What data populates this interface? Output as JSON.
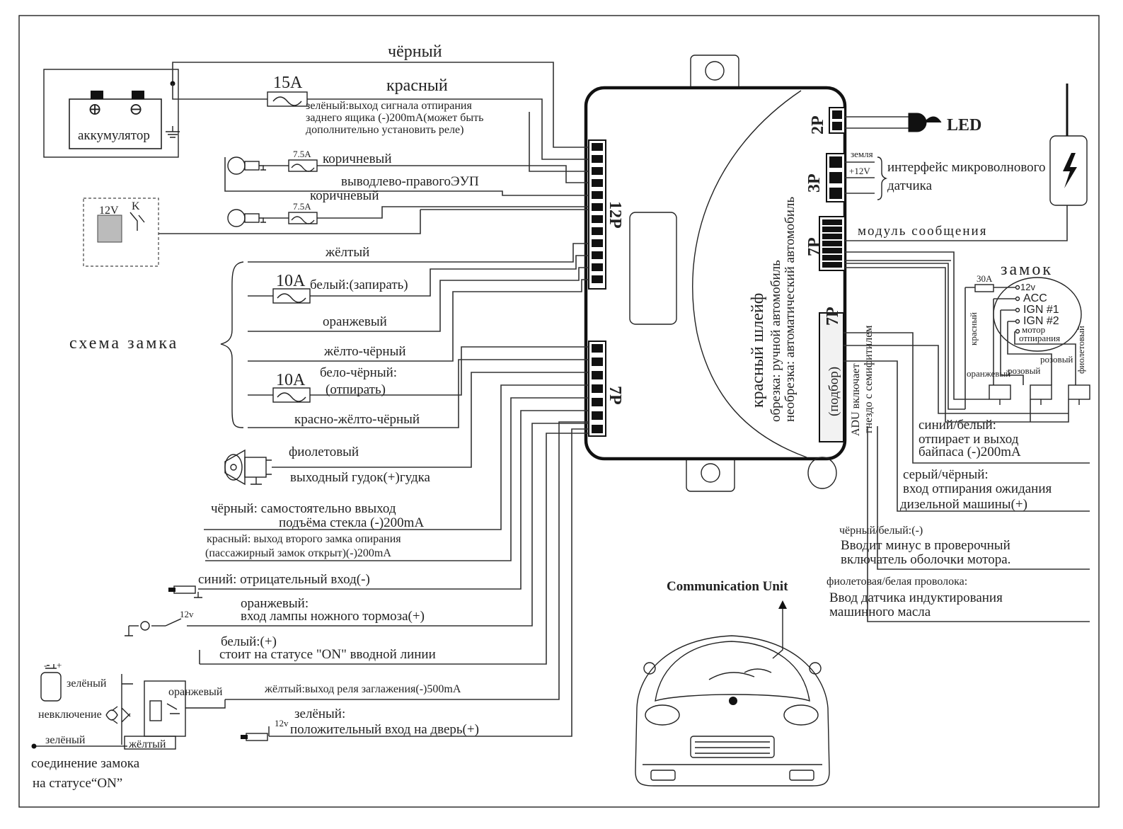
{
  "labels": {
    "black_top": "чёрный",
    "red_top": "красный",
    "fuse_15a": "15A",
    "battery": "аккумулятор",
    "plus": "⊕",
    "minus": "⊖",
    "trunk_1": "зелёный:выход сигнала отпирания",
    "trunk_2": "заднего ящика (-)200mA(может быть",
    "trunk_3": "дополнительно установить реле)",
    "fuse_7a5_1": "7.5A",
    "brown_1": "коричневый",
    "turn_out": "выводлево-правогоЭУП",
    "fuse_7a5_2": "7.5A",
    "brown_2": "коричневый",
    "relay_12v": "12V",
    "relay_k": "K",
    "yellow": "жёлтый",
    "fuse_10a_1": "10A",
    "white_lock": "белый:(запирать)",
    "orange": "оранжевый",
    "yellow_black": "жёлто-чёрный",
    "fuse_10a_2": "10A",
    "white_black_1": "бело-чёрный:",
    "white_black_2": "(отпирать)",
    "red_yellow_black": "красно-жёлто-чёрный",
    "lock_scheme": "схема замка",
    "violet": "фиолетовый",
    "horn_out": "выходный гудок(+)гудка",
    "black_window_1": "чёрный: самостоятельно ввыход",
    "black_window_2": "подъёма стекла (-)200mA",
    "red_second_1": "красный: выход второго замка опирания",
    "red_second_2": "(пассажирный замок открыт)(-)200mA",
    "blue_neg": "синий: отрицательный вход(-)",
    "orange_brake_1": "оранжевый:",
    "orange_brake_2": "вход лампы ножного тормоза(+)",
    "brake_12v": "12v",
    "white_on_1": "белый:(+)",
    "white_on_2": "стоит на статусе \"ON\" вводной линии",
    "yellow_relay": "жёлтый:выход реля заглажения(-)500mA",
    "green_door_1": "зелёный:",
    "green_door_2": "положительный вход на дверь(+)",
    "door_12v": "12v",
    "green_a": "зелёный",
    "not_included": "невключение",
    "orange_relay": "оранжевый",
    "green_b": "зелёный",
    "yellow_b": "жёлтый",
    "lock_on_1": "соединение замока",
    "lock_on_2": "на статусе“ON”",
    "red_harness": "красный шлейф",
    "cut_manual": "обрезка: ручной автомобиль",
    "nocut_auto": "необрезка: автоматический автомобиль",
    "conn_12p": "12P",
    "conn_7p_a": "7P",
    "conn_2p": "2P",
    "conn_3p": "3P",
    "conn_7p_b": "7P",
    "conn_7p_c": "7P",
    "select": "(подбор)",
    "led": "LED",
    "ground": "земля",
    "v12": "+12V",
    "microwave_1": "интерфейс микроволнового",
    "microwave_2": "датчика",
    "msg_module": "модуль сообщения",
    "lock_title": "замок",
    "fuse_30a": "30A",
    "ign_12v": "12v",
    "ign_acc": "ACC",
    "ign_1": "IGN #1",
    "ign_2": "IGN #2",
    "motor_1": "мотор",
    "motor_2": "отпирания",
    "red_small": "красный",
    "orange_small": "оранжевый",
    "pink_1": "розовый",
    "pink_2": "розовый",
    "violet_small": "фиолетовый",
    "adu": "ADU включает",
    "socket": "гнездо с семифитилем",
    "bypass_1": "синий/белый:",
    "bypass_2": "отпирает и выход",
    "bypass_3": "байпаса (-)200mA",
    "diesel_1": "серый/чёрный:",
    "diesel_2": "вход отпирания ожидания",
    "diesel_3": "дизельной машины(+)",
    "hood_1": "чёрный/белый:(-)",
    "hood_2": "Вводит минус в проверочный",
    "hood_3": "включатель оболочки мотора.",
    "oil_1": "фиолетовая/белая проволока:",
    "oil_2": "Ввод датчика индуктирования",
    "oil_3": "машинного масла",
    "comm_unit": "Communication Unit"
  }
}
